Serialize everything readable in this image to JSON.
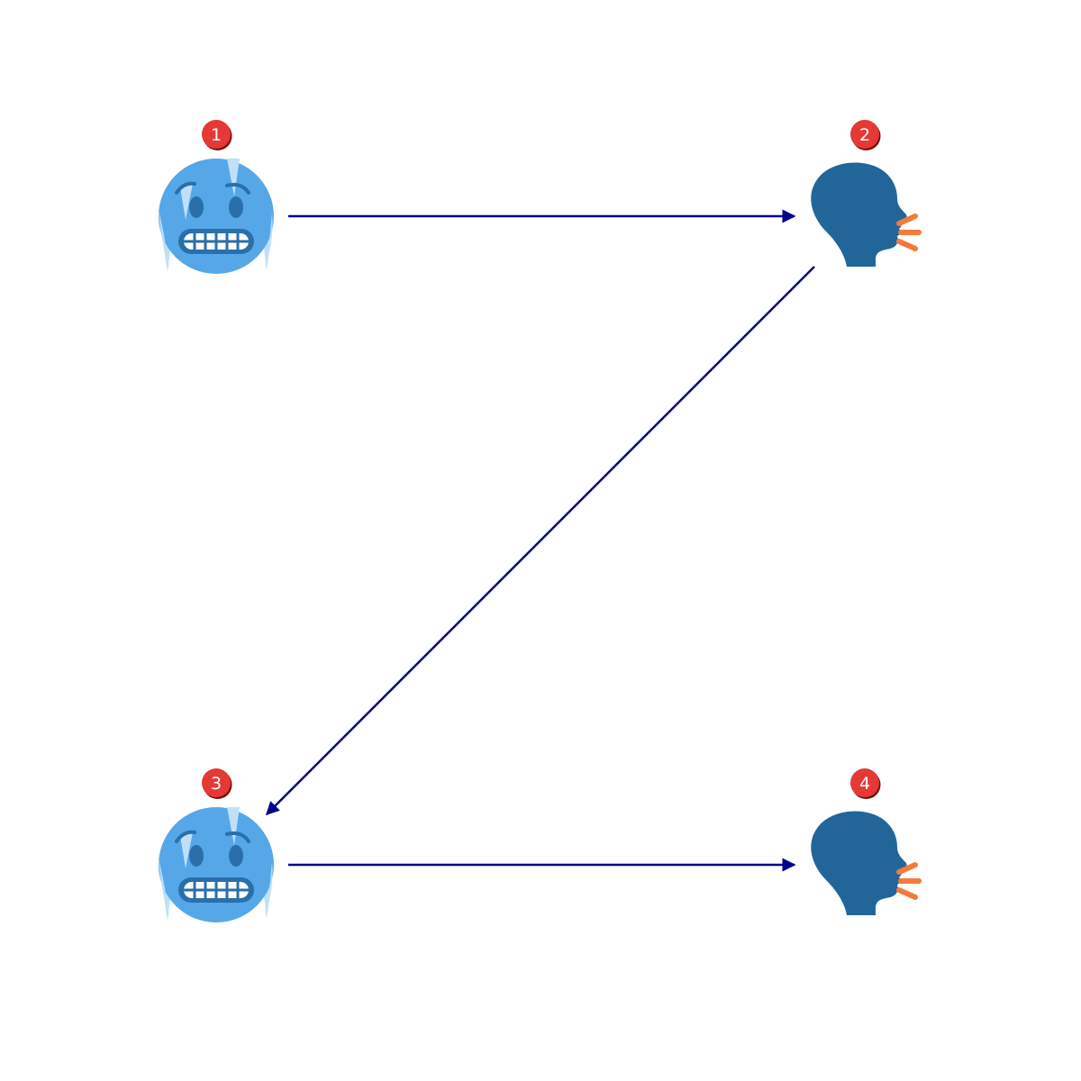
{
  "diagram": {
    "colors": {
      "arrow": "#00008b",
      "badge": "#e53935",
      "badge_shadow": "#7a0f0f",
      "badge_text": "#ffffff",
      "cold_face": "#55a7e8",
      "cold_face_dark": "#2a6faa",
      "ice": "#bfe0f8",
      "head": "#226699",
      "speech_lines": "#f4793b"
    },
    "nodes": [
      {
        "id": "1",
        "badge": "1",
        "icon": "cold-face-icon"
      },
      {
        "id": "2",
        "badge": "2",
        "icon": "speaking-head-icon"
      },
      {
        "id": "3",
        "badge": "3",
        "icon": "cold-face-icon"
      },
      {
        "id": "4",
        "badge": "4",
        "icon": "speaking-head-icon"
      }
    ],
    "edges": [
      {
        "from": "1",
        "to": "2"
      },
      {
        "from": "2",
        "to": "3"
      },
      {
        "from": "3",
        "to": "4"
      }
    ]
  }
}
